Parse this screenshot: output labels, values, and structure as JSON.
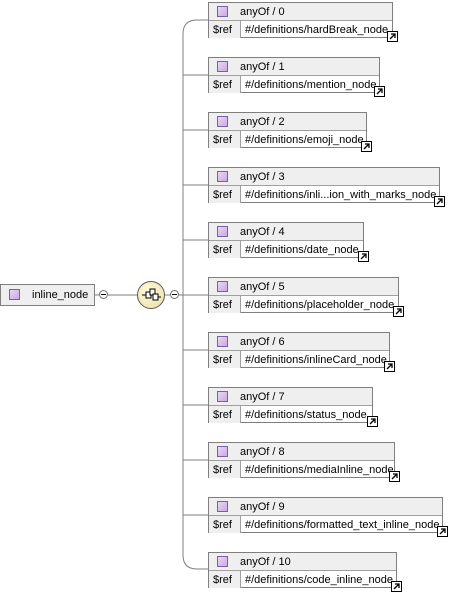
{
  "root": {
    "label": "inline_node",
    "icon": "element-icon"
  },
  "compositor": {
    "type": "choice",
    "icon": "choice-compositor-icon"
  },
  "ref_label": "$ref",
  "nodes": [
    {
      "title": "anyOf / 0",
      "ref": "#/definitions/hardBreak_node"
    },
    {
      "title": "anyOf / 1",
      "ref": "#/definitions/mention_node"
    },
    {
      "title": "anyOf / 2",
      "ref": "#/definitions/emoji_node"
    },
    {
      "title": "anyOf / 3",
      "ref": "#/definitions/inli...ion_with_marks_node"
    },
    {
      "title": "anyOf / 4",
      "ref": "#/definitions/date_node"
    },
    {
      "title": "anyOf / 5",
      "ref": "#/definitions/placeholder_node"
    },
    {
      "title": "anyOf / 6",
      "ref": "#/definitions/inlineCard_node"
    },
    {
      "title": "anyOf / 7",
      "ref": "#/definitions/status_node"
    },
    {
      "title": "anyOf / 8",
      "ref": "#/definitions/mediaInline_node"
    },
    {
      "title": "anyOf / 9",
      "ref": "#/definitions/formatted_text_inline_node"
    },
    {
      "title": "anyOf / 10",
      "ref": "#/definitions/code_inline_node"
    }
  ]
}
